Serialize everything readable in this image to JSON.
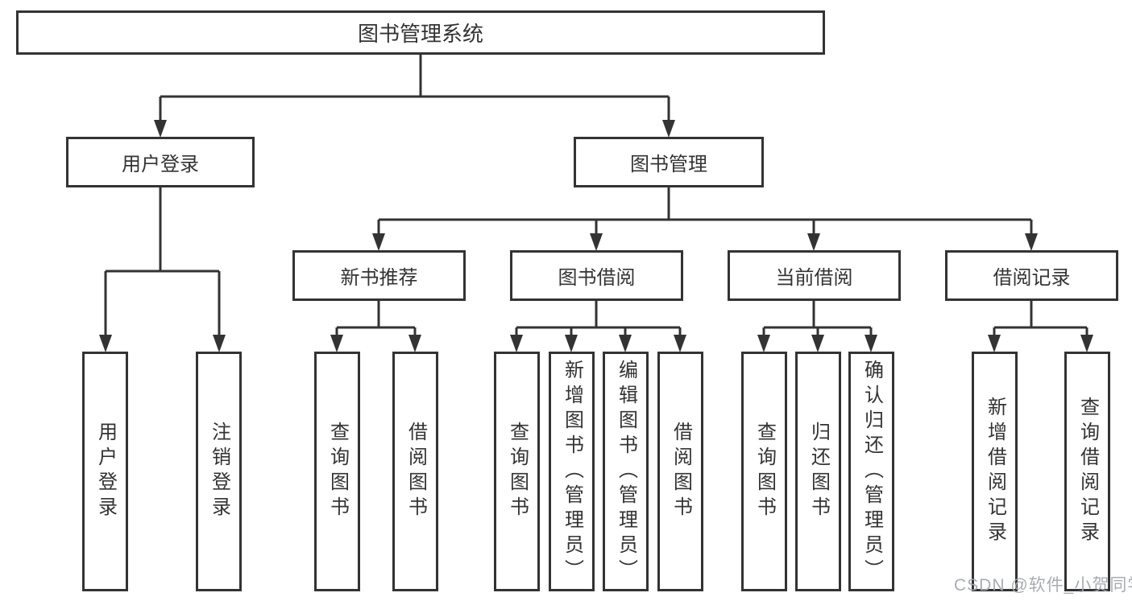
{
  "colors": {
    "line": "#333333",
    "text": "#333333",
    "node_background": "#ffffff",
    "watermark": "#a3a8af",
    "background": "#ffffff"
  },
  "watermark": {
    "text": "CSDN @软件_小贺同学"
  },
  "tree": {
    "label": "图书管理系统",
    "children": [
      {
        "label": "用户登录",
        "children": [
          {
            "label": "用户登录"
          },
          {
            "label": "注销登录"
          }
        ]
      },
      {
        "label": "图书管理",
        "children": [
          {
            "label": "新书推荐",
            "children": [
              {
                "label": "查询图书"
              },
              {
                "label": "借阅图书"
              }
            ]
          },
          {
            "label": "图书借阅",
            "children": [
              {
                "label": "查询图书"
              },
              {
                "label": "新增图书（管理员）"
              },
              {
                "label": "编辑图书（管理员）"
              },
              {
                "label": "借阅图书"
              }
            ]
          },
          {
            "label": "当前借阅",
            "children": [
              {
                "label": "查询图书"
              },
              {
                "label": "归还图书"
              },
              {
                "label": "确认归还（管理员）"
              }
            ]
          },
          {
            "label": "借阅记录",
            "children": [
              {
                "label": "新增借阅记录"
              },
              {
                "label": "查询借阅记录"
              }
            ]
          }
        ]
      }
    ]
  }
}
